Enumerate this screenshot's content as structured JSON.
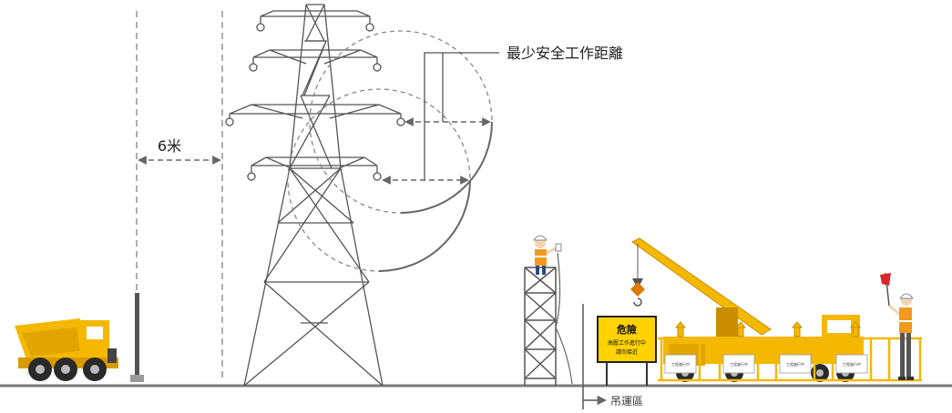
{
  "labels": {
    "min_safe_distance": "最少安全工作距離",
    "six_m": "6米",
    "lifting_zone": "吊運區"
  },
  "sign": {
    "title": "危險",
    "line1": "高壓工作進行中",
    "line2": "請勿接近"
  },
  "barrier_text": "工程進行中",
  "colors": {
    "yellow": "#F5B800",
    "dark_yellow": "#D99A00",
    "sign_yellow": "#FFD200",
    "line": "#555555",
    "ground": "#777777",
    "vest": "#F29A1E"
  }
}
